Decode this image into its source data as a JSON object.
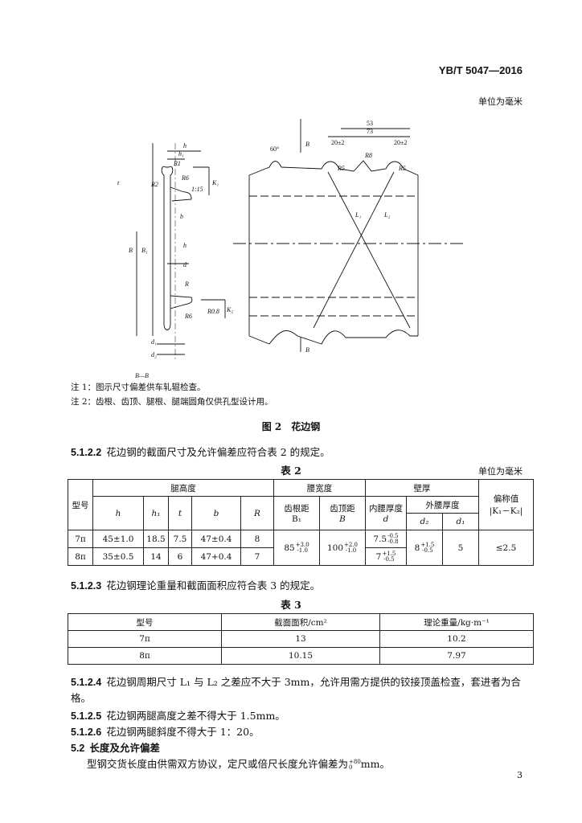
{
  "header": {
    "standard_code": "YB/T 5047—2016",
    "unit": "单位为毫米"
  },
  "figure": {
    "dim_53": "53",
    "dim_73": "73",
    "dim_20_a": "20±2",
    "dim_20_b": "20±2",
    "angle_60": "60°",
    "r5_a": "R5",
    "r5_b": "R5",
    "r8": "R8",
    "l1": "L₁",
    "l2": "L₂",
    "b_top": "B",
    "b_bottom": "B",
    "section": "B—B",
    "h": "h",
    "h1": "h₁",
    "b": "b",
    "t": "t",
    "r1": "R1",
    "r2": "R2",
    "r6": "R6",
    "r6b": "R6",
    "slope": "1:15",
    "k1": "K₁",
    "k2": "K₂",
    "B": "B",
    "B1": "B₁",
    "d": "d",
    "d1": "d₁",
    "d2": "d₂",
    "R": "R",
    "r08": "R0.8",
    "note1": "注 1：图示尺寸偏差供车轧辊检查。",
    "note2": "注 2：齿根、齿顶、腿根、腿端圆角仅供孔型设计用。",
    "caption": "图 2　花边钢"
  },
  "para_5122": {
    "num": "5.1.2.2",
    "text": "花边钢的截面尺寸及允许偏差应符合表 2 的规定。"
  },
  "table2": {
    "caption": "表 2",
    "unit": "单位为毫米",
    "h_model": "型号",
    "h_leg_height": "腿高度",
    "h_waist_width": "腰宽度",
    "h_thickness": "壁厚",
    "h_deviation": "偏称值",
    "h_deviation2": "|K₁－K₂|",
    "h_h": "h",
    "h_h1": "h₁",
    "h_t": "t",
    "h_b": "b",
    "h_R": "R",
    "h_root_dist": "齿根距",
    "h_root_B1": "B₁",
    "h_top_dist": "齿顶距",
    "h_top_B": "B",
    "h_inner": "内腰厚度",
    "h_inner_d": "d",
    "h_outer": "外腰厚度",
    "h_d2": "d₂",
    "h_d1": "d₁",
    "rows": [
      {
        "model": "7π",
        "h": "45±1.0",
        "h1": "18.5",
        "t": "7.5",
        "b": "47±0.4",
        "R": "8",
        "d": "7.5"
      },
      {
        "model": "8π",
        "h": "35±0.5",
        "h1": "14",
        "t": "6",
        "b": "47+0.4",
        "R": "7",
        "d": "7"
      }
    ],
    "B1": "85",
    "B1_tol_up": "+3.0",
    "B1_tol_dn": "-1.0",
    "B": "100",
    "B_tol_up": "+2.0",
    "B_tol_dn": "-1.0",
    "d_tol7_up": "-0.5",
    "d_tol7_dn": "-0.8",
    "d_tol8_up": "+1.5",
    "d_tol8_dn": "-0.5",
    "d2": "8",
    "d2_tol_up": "+1.5",
    "d2_tol_dn": "-0.5",
    "d1": "5",
    "dev": "≤2.5"
  },
  "para_5123": {
    "num": "5.1.2.3",
    "text": "花边钢理论重量和截面面积应符合表 3 的规定。"
  },
  "table3": {
    "caption": "表 3",
    "headers": [
      "型号",
      "截面面积/cm²",
      "理论重量/kg·m⁻¹"
    ],
    "rows": [
      [
        "7π",
        "13",
        "10.2"
      ],
      [
        "8π",
        "10.15",
        "7.97"
      ]
    ]
  },
  "para_5124": {
    "num": "5.1.2.4",
    "text1": "花边钢周期尺寸 L₁ 与 L₂ 之差应不大于 3mm，允许用需方提供的铰接顶盖检查，套进者为合",
    "text2": "格。"
  },
  "para_5125": {
    "num": "5.1.2.5",
    "text": "花边钢两腿高度之差不得大于 1.5mm。"
  },
  "para_5126": {
    "num": "5.1.2.6",
    "text": "花边钢两腿斜度不得大于 1：20。"
  },
  "sec_52": {
    "num": "5.2",
    "title": "长度及允许偏差"
  },
  "para_52": {
    "text": "型钢交货长度由供需双方协议，定尺或倍尺长度允许偏差为",
    "tol": "+80",
    "tol_dn": "0",
    "unit": "mm。"
  },
  "page_number": "3"
}
